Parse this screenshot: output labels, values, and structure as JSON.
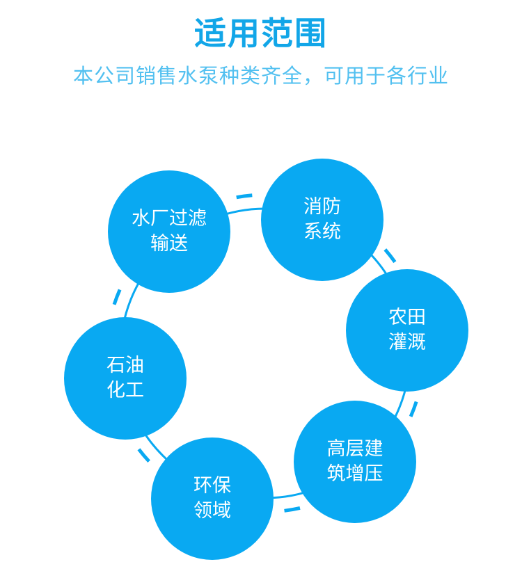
{
  "header": {
    "title": "适用范围",
    "subtitle": "本公司销售水泵种类齐全，可用于各行业"
  },
  "colors": {
    "accent": "#09a9f2",
    "title": "#12a6e8",
    "subtitle": "#52c0f0"
  },
  "applications": [
    {
      "label": "水厂过滤输送"
    },
    {
      "label": "消防系统"
    },
    {
      "label": "农田灌溉"
    },
    {
      "label": "高层建筑增压"
    },
    {
      "label": "环保领域"
    },
    {
      "label": "石油化工"
    }
  ]
}
